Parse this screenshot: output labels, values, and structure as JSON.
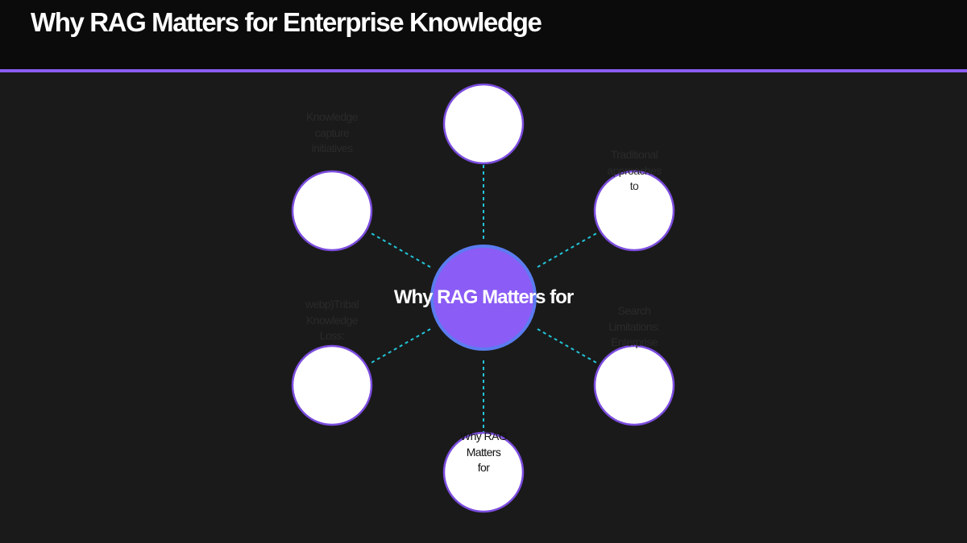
{
  "slide": {
    "title": "Why RAG Matters for Enterprise Knowledge"
  },
  "diagram": {
    "center": {
      "label": "Why RAG Matters for"
    },
    "nodes": [
      {
        "id": "top",
        "label": ""
      },
      {
        "id": "upper-right",
        "label": "Traditional\napproaches\nto"
      },
      {
        "id": "lower-right",
        "label": "Search\nLimitations:\nEnterprise"
      },
      {
        "id": "bottom",
        "label": "Why RAG\nMatters\nfor"
      },
      {
        "id": "lower-left",
        "label": "webp)Tribal\nKnowledge\nLoss:"
      },
      {
        "id": "upper-left",
        "label": "Knowledge\ncapture\ninitiatives"
      }
    ]
  },
  "colors": {
    "header_bg": "#0b0b0b",
    "accent": "#8b5cf6",
    "background": "#1a1a1a",
    "connector": "#22c4d8",
    "node_fill": "#ffffff",
    "node_border": "#7c4ddf",
    "hub_fill": "#8b5cf6",
    "hub_ring": "#5b7cf0",
    "label_on_dark": "#2a2a2a",
    "label_on_node": "#111111"
  }
}
